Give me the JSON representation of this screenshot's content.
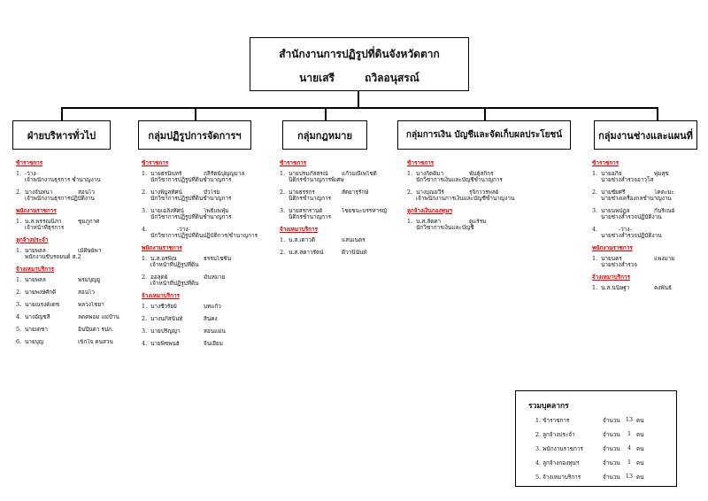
{
  "top": {
    "office": "สำนักงานการปฏิรูปที่ดินจังหวัดตาก",
    "head_name": "นายเสรี",
    "head_surname": "ถวิลอนุสรณ์"
  },
  "departments": [
    {
      "title": "ฝ่ายบริหารทั่วไป",
      "sections": [
        {
          "heading": "ข้าราชการ",
          "items": [
            {
              "no": "1.",
              "name": "-ว่าง-",
              "surname": "",
              "position": "เจ้าพนักงานธุรการ ชำนาญงาน"
            },
            {
              "no": "2.",
              "name": "นางจันทนา",
              "surname": "สอนไว",
              "position": "เจ้าพนักงานธุรการปฏิบัติงาน"
            }
          ]
        },
        {
          "heading": "พนักงานราชการ",
          "items": [
            {
              "no": "1.",
              "name": "น.ส.พรรณนิภา",
              "surname": "ชุมภูกาศ",
              "position": "เจ้าหน้าที่ธุรการ"
            }
          ]
        },
        {
          "heading": "ลูกจ้างประจำ",
          "items": [
            {
              "no": "1.",
              "name": "นายพลล",
              "surname": "เม้ดิษย์พา",
              "position": "พนักงานขับรถยนต์ ส.2"
            }
          ]
        },
        {
          "heading": "จ้างเหมาบริการ",
          "items": [
            {
              "no": "1.",
              "name": "นายพลล",
              "surname": "พรมบุญยู",
              "position": ""
            },
            {
              "no": "2.",
              "name": "นายพงษ์ศักดิ์",
              "surname": "สอนไว",
              "position": ""
            },
            {
              "no": "3.",
              "name": "นายณรงค์เดช",
              "surname": "พลวงไชยา",
              "position": ""
            },
            {
              "no": "4.",
              "name": "นางอัญชลี",
              "surname": "ลดดพอม แม่บ้าน",
              "position": ""
            },
            {
              "no": "5.",
              "name": "นายเดชา",
              "surname": "อินปินตา รปภ.",
              "position": ""
            },
            {
              "no": "6.",
              "name": "นายบุญ",
              "surname": "เข็กใจ คนสวน",
              "position": ""
            }
          ]
        }
      ]
    },
    {
      "title": "กลุ่มปฏิรูปการจัดการฯ",
      "sections": [
        {
          "heading": "ข้าราชการ",
          "items": [
            {
              "no": "1.",
              "name": "นายธรนินทร์",
              "surname": "ถลีรัตน์ปุญญมาล",
              "position": "นักวิชาการปฏิรูปที่ดินชำนาญการ"
            },
            {
              "no": "2.",
              "name": "นางพิบูลทัศน์",
              "surname": "บัวโรย",
              "position": "นักวิชาการปฏิรูปที่ดินชำนาญการ"
            },
            {
              "no": "3.",
              "name": "นายเฉลิงทัศน์",
              "surname": "โพธิ์แพฟุ่ม",
              "position": "นักวิชาการปฏิรูปที่ดินชำนาญการ"
            },
            {
              "no": "4.",
              "name": "-ว่าง-",
              "surname": "",
              "position": "นักวิชาการปฏิรูปที่ดินปฏิบัติการ/ชำนาญการ"
            }
          ]
        },
        {
          "heading": "พนักงานราชการ",
          "items": [
            {
              "no": "1.",
              "name": "น.ส.อรพิณ",
              "surname": "ธรรมไชชิน",
              "position": "เจ้าหน้าที่ปฏิรูปที่ดิน"
            },
            {
              "no": "2.",
              "name": "ออลุดย์",
              "surname": "มั่นหมาย",
              "position": "เจ้าหน้าที่ปฏิรูปที่ดิน"
            }
          ]
        },
        {
          "heading": "จ้างเหมาบริการ",
          "items": [
            {
              "no": "1.",
              "name": "นางชีวรัยย์",
              "surname": "บทแก้ว",
              "position": ""
            },
            {
              "no": "2.",
              "name": "นางนภัสนันท์",
              "surname": "สินคง",
              "position": ""
            },
            {
              "no": "3.",
              "name": "นายปริญญา",
              "surname": "สอนแม่น",
              "position": ""
            },
            {
              "no": "4.",
              "name": "นายพิชพนธ์",
              "surname": "จินเยี่ยม",
              "position": ""
            }
          ]
        }
      ]
    },
    {
      "title": "กลุ่มกฎหมาย",
      "sections": [
        {
          "heading": "ข้าราชการ",
          "items": [
            {
              "no": "1.",
              "name": "นายปรมภัสสรณ์",
              "surname": "แก้วมณีเพไชติ",
              "position": "นิติกรชำนาญการพิเศษ"
            },
            {
              "no": "2.",
              "name": "นายธรรกร",
              "surname": "สัตยารุรักษ์",
              "position": "นิติกรชำนาญการ"
            },
            {
              "no": "3.",
              "name": "นายสรกรานต์",
              "surname": "ไชยชนะบรรหารญ์",
              "position": "นิติกรชำนาญการ"
            }
          ]
        },
        {
          "heading": "จ้างเหมาบริการ",
          "items": [
            {
              "no": "1.",
              "name": "น.ส.เดาวดี",
              "surname": "แสนเนตร",
              "position": ""
            },
            {
              "no": "2.",
              "name": "น.ส.สตาวรัตน์",
              "surname": "ติวานินันท์",
              "position": ""
            }
          ]
        }
      ]
    },
    {
      "title": "กลุ่มการเงิน บัญชีและจัดเก็บผลประโยชน์",
      "sections": [
        {
          "heading": "ข้าราชการ",
          "items": [
            {
              "no": "1.",
              "name": "นางกิตติมา",
              "surname": "พันธุ์สกิกร",
              "position": "นักวิชาการเงินและบัญชีชำนาญการ"
            },
            {
              "no": "2.",
              "name": "นางบุณยวีร์",
              "surname": "รุจิกาวรพลย์",
              "position": "เจ้าพนักงานการเงินและบัญชีชำนาญงาน"
            }
          ]
        },
        {
          "heading": "ลูกจ้างเงินกองทุนฯ",
          "items": [
            {
              "no": "1.",
              "name": "น.ส.ลัดดา",
              "surname": "ดูแร็รม",
              "position": "นักวิชาการเงินและบัญชี"
            }
          ]
        }
      ]
    },
    {
      "title": "กลุ่มงานช่างและแผนที่",
      "sections": [
        {
          "heading": "ข้าราชการ",
          "items": [
            {
              "no": "1.",
              "name": "นายอภิจ",
              "surname": "พุ่มสุข",
              "position": "นายช่างสำรวจอาวุโส"
            },
            {
              "no": "2.",
              "name": "นายชัยศรี",
              "surname": "โคตะมะ",
              "position": "นายช่างเครื่องกลชำนาญงาน"
            },
            {
              "no": "3.",
              "name": "นายนพปฎล",
              "surname": "กันริเณย์",
              "position": "นายช่างสำรวจปฏิบัติงาน"
            },
            {
              "no": "4.",
              "name": "-ว่าง-",
              "surname": "",
              "position": "นายช่างสำรวจปฏิบัติงาน"
            }
          ]
        },
        {
          "heading": "พนักงานราชการ",
          "items": [
            {
              "no": "1.",
              "name": "นายนคร",
              "surname": "แพงมาม",
              "position": "นายช่างสำรวจ"
            }
          ]
        },
        {
          "heading": "จ้างเหมาบริการ",
          "items": [
            {
              "no": "1.",
              "name": "น.ส.นนิษฐา",
              "surname": "คงพันธ์",
              "position": ""
            }
          ]
        }
      ]
    }
  ],
  "summary": {
    "title": "รวมบุคลากร",
    "rows": [
      {
        "label": "1. ข้าราชการ",
        "unit_word": "จำนวน",
        "count": "13",
        "unit": "คน"
      },
      {
        "label": "2. ลูกจ้างประจำ",
        "unit_word": "จำนวน",
        "count": "1",
        "unit": "คน"
      },
      {
        "label": "3. พนักงานราชการ",
        "unit_word": "จำนวน",
        "count": "4",
        "unit": "คน"
      },
      {
        "label": "4. ลูกจ้างกองทุนฯ",
        "unit_word": "จำนวน",
        "count": "1",
        "unit": "คน"
      },
      {
        "label": "5. จ้างเหมาบริการ",
        "unit_word": "จำนวน",
        "count": "13",
        "unit": "คน"
      }
    ]
  }
}
